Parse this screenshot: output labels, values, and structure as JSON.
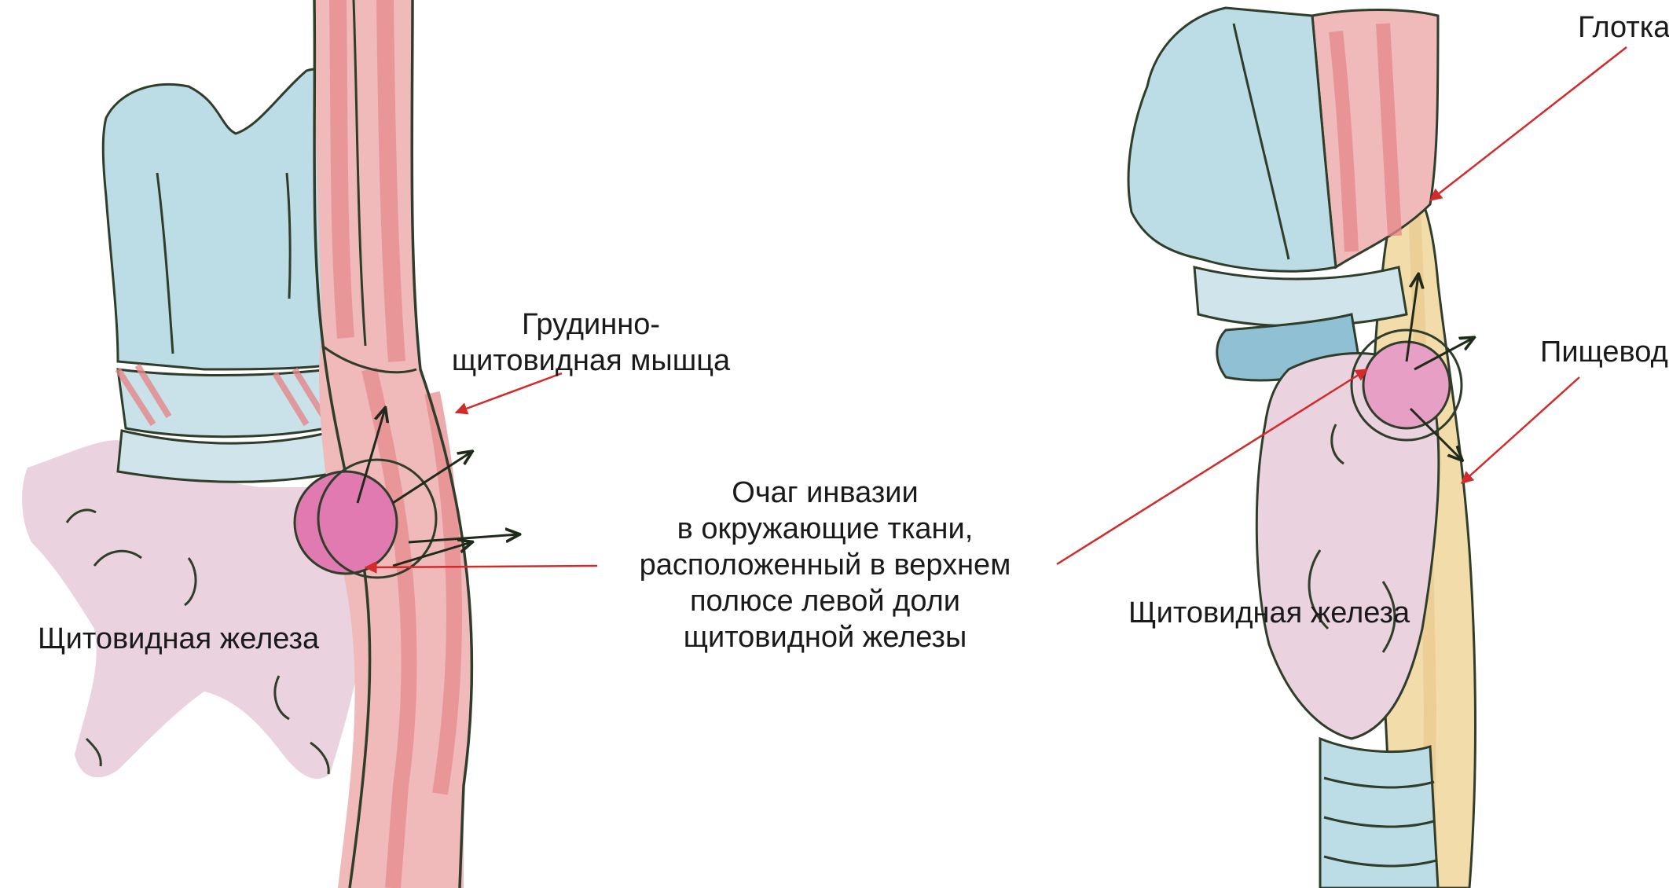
{
  "labels": {
    "sternothyroid_muscle": [
      "Грудинно-",
      "щитовидная мышца"
    ],
    "invasion_focus": [
      "Очаг инвазии",
      "в окружающие ткани,",
      "расположенный в верхнем",
      "полюсе левой доли",
      "щитовидной железы"
    ],
    "thyroid_left": "Щитовидная железа",
    "thyroid_right": "Щитовидная железа",
    "pharynx": "Глотка",
    "esophagus": "Пищевод"
  },
  "colors": {
    "cartilage": "#bcdce6",
    "thyroid": "#ead2de",
    "muscle": "#e5878a",
    "esophagus": "#f2dcaa",
    "tumor": "#e07ab0",
    "outline": "#2f3d2a",
    "arrow": "#d32a2a"
  }
}
